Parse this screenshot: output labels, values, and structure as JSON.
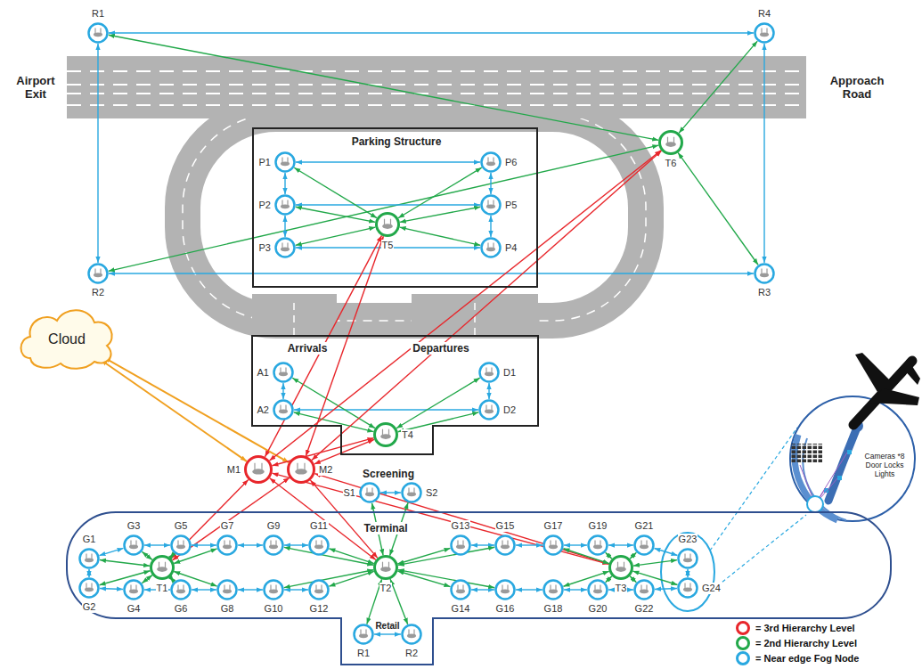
{
  "diagram": {
    "nodes": [
      {
        "text": [
          "Cloud"
        ]
      },
      {
        "text": [
          "R1"
        ]
      },
      {
        "text": [
          "R4"
        ]
      },
      {
        "text": [
          "R2"
        ]
      },
      {
        "text": [
          "R3"
        ]
      },
      {
        "text": [
          "T6"
        ]
      },
      {
        "text": [
          "Parking Structure"
        ]
      },
      {
        "text": [
          "P1"
        ],
        "in": 6
      },
      {
        "text": [
          "P6"
        ],
        "in": 6
      },
      {
        "text": [
          "P2"
        ],
        "in": 6
      },
      {
        "text": [
          "P5"
        ],
        "in": 6
      },
      {
        "text": [
          "T5"
        ],
        "in": 6
      },
      {
        "text": [
          "P3"
        ],
        "in": 6
      },
      {
        "text": [
          "P4"
        ],
        "in": 6
      },
      {
        "text": [
          "Arrivals",
          "Departures"
        ]
      },
      {
        "text": [
          "A1"
        ],
        "in": 14
      },
      {
        "text": [
          "D1"
        ],
        "in": 14
      },
      {
        "text": [
          "A2"
        ],
        "in": 14
      },
      {
        "text": [
          "D2"
        ],
        "in": 14
      },
      {
        "text": [
          "T4"
        ],
        "in": 14
      },
      {
        "text": [
          "M1"
        ]
      },
      {
        "text": [
          "M2"
        ]
      },
      {
        "text": [
          "S1"
        ]
      },
      {
        "text": [
          "S2"
        ]
      },
      {
        "text": [
          "Terminal"
        ]
      },
      {
        "text": [
          "G1"
        ],
        "in": 24
      },
      {
        "text": [
          "G2"
        ],
        "in": 24
      },
      {
        "text": [
          "G3"
        ],
        "in": 24
      },
      {
        "text": [
          "G4"
        ],
        "in": 24
      },
      {
        "text": [
          "G5"
        ],
        "in": 24
      },
      {
        "text": [
          "G6"
        ],
        "in": 24
      },
      {
        "text": [
          "G7"
        ],
        "in": 24
      },
      {
        "text": [
          "G8"
        ],
        "in": 24
      },
      {
        "text": [
          "G9"
        ],
        "in": 24
      },
      {
        "text": [
          "G10"
        ],
        "in": 24
      },
      {
        "text": [
          "G11"
        ],
        "in": 24
      },
      {
        "text": [
          "G12"
        ],
        "in": 24
      },
      {
        "text": [
          "G13"
        ],
        "in": 24
      },
      {
        "text": [
          "G14"
        ],
        "in": 24
      },
      {
        "text": [
          "G15"
        ],
        "in": 24
      },
      {
        "text": [
          "G16"
        ],
        "in": 24
      },
      {
        "text": [
          "G17"
        ],
        "in": 24
      },
      {
        "text": [
          "G18"
        ],
        "in": 24
      },
      {
        "text": [
          "G19"
        ],
        "in": 24
      },
      {
        "text": [
          "G20"
        ],
        "in": 24
      },
      {
        "text": [
          "G21"
        ],
        "in": 24
      },
      {
        "text": [
          "G22"
        ],
        "in": 24
      },
      {
        "text": [
          "G23"
        ],
        "in": 24
      },
      {
        "text": [
          "G24"
        ],
        "in": 24
      },
      {
        "text": [
          "T1"
        ],
        "in": 24
      },
      {
        "text": [
          "T2"
        ],
        "in": 24
      },
      {
        "text": [
          "T3"
        ],
        "in": 24
      },
      {
        "text": [
          "R1"
        ],
        "in": 24
      },
      {
        "text": [
          "R2"
        ],
        "in": 24
      }
    ],
    "edges": [
      {
        "from": 1,
        "to": 2,
        "arrow": "both"
      },
      {
        "from": 1,
        "to": 3,
        "arrow": "both"
      },
      {
        "from": 3,
        "to": 4,
        "arrow": "both"
      },
      {
        "from": 4,
        "to": 2,
        "arrow": "both"
      },
      {
        "from": 5,
        "to": 1,
        "arrow": "both"
      },
      {
        "from": 5,
        "to": 2,
        "arrow": "both"
      },
      {
        "from": 5,
        "to": 3,
        "arrow": "both"
      },
      {
        "from": 5,
        "to": 4,
        "arrow": "both"
      },
      {
        "from": 7,
        "to": 8,
        "arrow": "both"
      },
      {
        "from": 7,
        "to": 9,
        "arrow": "both"
      },
      {
        "from": 9,
        "to": 12,
        "arrow": "both"
      },
      {
        "from": 8,
        "to": 10,
        "arrow": "both"
      },
      {
        "from": 10,
        "to": 13,
        "arrow": "both"
      },
      {
        "from": 9,
        "to": 10,
        "arrow": "both"
      },
      {
        "from": 12,
        "to": 13,
        "arrow": "both"
      },
      {
        "from": 11,
        "to": 7,
        "arrow": "both"
      },
      {
        "from": 11,
        "to": 8,
        "arrow": "both"
      },
      {
        "from": 11,
        "to": 9,
        "arrow": "both"
      },
      {
        "from": 11,
        "to": 10,
        "arrow": "both"
      },
      {
        "from": 11,
        "to": 12,
        "arrow": "both"
      },
      {
        "from": 11,
        "to": 13,
        "arrow": "both"
      },
      {
        "from": 15,
        "to": 17,
        "arrow": "both"
      },
      {
        "from": 16,
        "to": 18,
        "arrow": "both"
      },
      {
        "from": 17,
        "to": 18,
        "arrow": "both"
      },
      {
        "from": 19,
        "to": 15,
        "arrow": "both"
      },
      {
        "from": 19,
        "to": 16,
        "arrow": "both"
      },
      {
        "from": 19,
        "to": 17,
        "arrow": "both"
      },
      {
        "from": 19,
        "to": 18,
        "arrow": "both"
      },
      {
        "from": 0,
        "to": 20,
        "arrow": "both"
      },
      {
        "from": 0,
        "to": 21,
        "arrow": "both"
      },
      {
        "from": 20,
        "to": 11,
        "arrow": "both"
      },
      {
        "from": 21,
        "to": 11,
        "arrow": "both"
      },
      {
        "from": 20,
        "to": 5,
        "arrow": "both"
      },
      {
        "from": 21,
        "to": 5,
        "arrow": "both"
      },
      {
        "from": 20,
        "to": 19,
        "arrow": "both"
      },
      {
        "from": 21,
        "to": 19,
        "arrow": "both"
      },
      {
        "from": 20,
        "to": 49,
        "arrow": "both"
      },
      {
        "from": 21,
        "to": 49,
        "arrow": "both"
      },
      {
        "from": 20,
        "to": 50,
        "arrow": "both"
      },
      {
        "from": 21,
        "to": 50,
        "arrow": "both"
      },
      {
        "from": 20,
        "to": 51,
        "arrow": "both"
      },
      {
        "from": 21,
        "to": 51,
        "arrow": "both"
      },
      {
        "from": 22,
        "to": 23,
        "arrow": "both"
      },
      {
        "from": 22,
        "to": 50,
        "arrow": "both"
      },
      {
        "from": 23,
        "to": 50,
        "arrow": "both"
      },
      {
        "from": 25,
        "to": 27,
        "arrow": "both"
      },
      {
        "from": 27,
        "to": 29,
        "arrow": "both"
      },
      {
        "from": 29,
        "to": 31,
        "arrow": "both"
      },
      {
        "from": 31,
        "to": 33,
        "arrow": "both"
      },
      {
        "from": 33,
        "to": 35,
        "arrow": "both"
      },
      {
        "from": 37,
        "to": 39,
        "arrow": "both"
      },
      {
        "from": 39,
        "to": 41,
        "arrow": "both"
      },
      {
        "from": 41,
        "to": 43,
        "arrow": "both"
      },
      {
        "from": 43,
        "to": 45,
        "arrow": "both"
      },
      {
        "from": 45,
        "to": 47,
        "arrow": "both"
      },
      {
        "from": 26,
        "to": 28,
        "arrow": "both"
      },
      {
        "from": 28,
        "to": 30,
        "arrow": "both"
      },
      {
        "from": 30,
        "to": 32,
        "arrow": "both"
      },
      {
        "from": 32,
        "to": 34,
        "arrow": "both"
      },
      {
        "from": 34,
        "to": 36,
        "arrow": "both"
      },
      {
        "from": 38,
        "to": 40,
        "arrow": "both"
      },
      {
        "from": 40,
        "to": 42,
        "arrow": "both"
      },
      {
        "from": 42,
        "to": 44,
        "arrow": "both"
      },
      {
        "from": 44,
        "to": 46,
        "arrow": "both"
      },
      {
        "from": 46,
        "to": 48,
        "arrow": "both"
      },
      {
        "from": 25,
        "to": 26,
        "arrow": "both"
      },
      {
        "from": 47,
        "to": 48,
        "arrow": "both"
      },
      {
        "from": 49,
        "to": 25,
        "arrow": "both"
      },
      {
        "from": 49,
        "to": 26,
        "arrow": "both"
      },
      {
        "from": 49,
        "to": 27,
        "arrow": "both"
      },
      {
        "from": 49,
        "to": 28,
        "arrow": "both"
      },
      {
        "from": 49,
        "to": 29,
        "arrow": "both"
      },
      {
        "from": 49,
        "to": 30,
        "arrow": "both"
      },
      {
        "from": 49,
        "to": 31,
        "arrow": "both"
      },
      {
        "from": 49,
        "to": 32,
        "arrow": "both"
      },
      {
        "from": 50,
        "to": 33,
        "arrow": "both"
      },
      {
        "from": 50,
        "to": 34,
        "arrow": "both"
      },
      {
        "from": 50,
        "to": 35,
        "arrow": "both"
      },
      {
        "from": 50,
        "to": 36,
        "arrow": "both"
      },
      {
        "from": 50,
        "to": 37,
        "arrow": "both"
      },
      {
        "from": 50,
        "to": 38,
        "arrow": "both"
      },
      {
        "from": 50,
        "to": 39,
        "arrow": "both"
      },
      {
        "from": 50,
        "to": 40,
        "arrow": "both"
      },
      {
        "from": 50,
        "to": 52,
        "arrow": "both"
      },
      {
        "from": 50,
        "to": 53,
        "arrow": "both"
      },
      {
        "from": 51,
        "to": 41,
        "arrow": "both"
      },
      {
        "from": 51,
        "to": 42,
        "arrow": "both"
      },
      {
        "from": 51,
        "to": 43,
        "arrow": "both"
      },
      {
        "from": 51,
        "to": 44,
        "arrow": "both"
      },
      {
        "from": 51,
        "to": 45,
        "arrow": "both"
      },
      {
        "from": 51,
        "to": 46,
        "arrow": "both"
      },
      {
        "from": 51,
        "to": 47,
        "arrow": "both"
      },
      {
        "from": 51,
        "to": 48,
        "arrow": "both"
      },
      {
        "from": 52,
        "to": 53,
        "arrow": "both"
      }
    ],
    "labels": [
      "Airport Exit",
      "Approach Road",
      "Screening",
      "Retail",
      "Cameras *8 Door Locks Lights"
    ],
    "legend": [
      {
        "text": "= 3rd Hierarchy Level",
        "color": "#e8262b"
      },
      {
        "text": "= 2nd Hierarchy Level",
        "color": "#22a84a"
      },
      {
        "text": "= Near edge Fog Node",
        "color": "#29a8e0"
      }
    ]
  }
}
